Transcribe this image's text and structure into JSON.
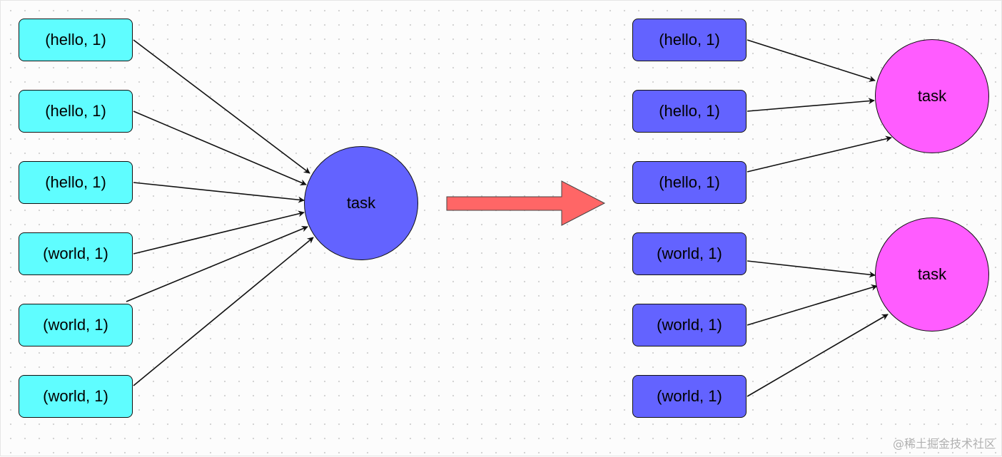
{
  "colors": {
    "left_box": "#5ffdff",
    "left_task": "#6363ff",
    "right_box": "#6363ff",
    "right_task": "#ff5cff",
    "transform_arrow": "#ff6666",
    "edge": "#111111"
  },
  "left": {
    "inputs": [
      "(hello, 1)",
      "(hello, 1)",
      "(hello, 1)",
      "(world, 1)",
      "(world, 1)",
      "(world, 1)"
    ],
    "task": "task"
  },
  "right": {
    "inputs": [
      "(hello, 1)",
      "(hello, 1)",
      "(hello, 1)",
      "(world, 1)",
      "(world, 1)",
      "(world, 1)"
    ],
    "tasks": [
      "task",
      "task"
    ]
  },
  "watermark": "@稀土掘金技术社区"
}
